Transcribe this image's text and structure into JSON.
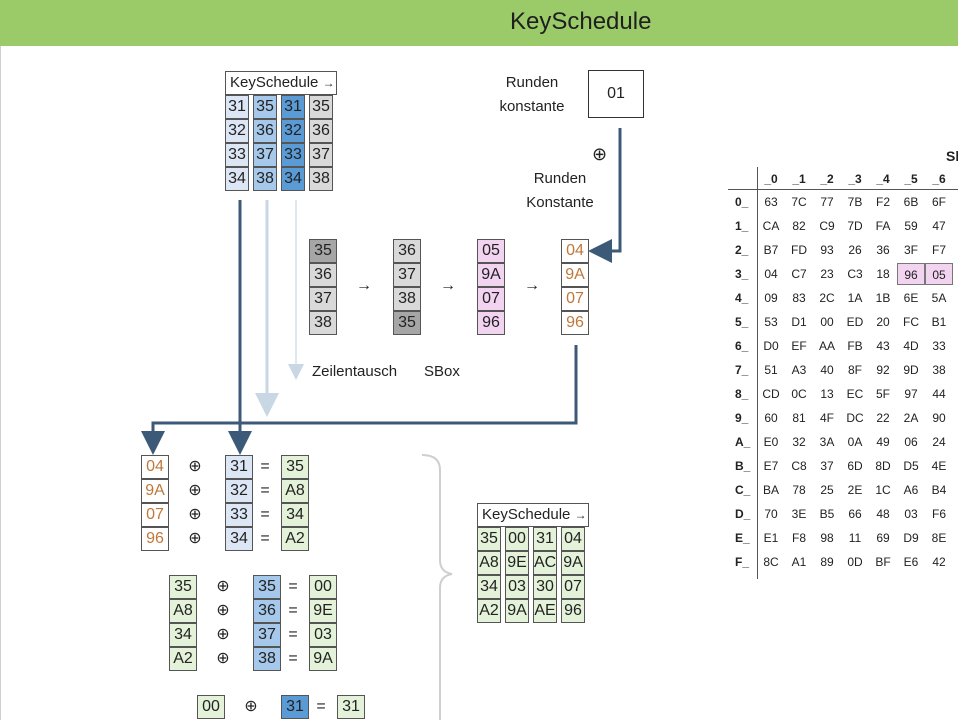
{
  "title": "KeySchedule",
  "colors": {
    "title_bar": "#9bcb68",
    "arrow": "#3c5a78",
    "arrow_light": "#c9d6e3",
    "rcon_text": "#c0773a"
  },
  "key_table": {
    "header": "KeySchedule",
    "arrow_icon": "→",
    "rows": [
      [
        "31",
        "35",
        "31",
        "35"
      ],
      [
        "32",
        "36",
        "32",
        "36"
      ],
      [
        "33",
        "37",
        "33",
        "37"
      ],
      [
        "34",
        "38",
        "34",
        "38"
      ]
    ]
  },
  "rcon": {
    "label_line1": "Runden",
    "label_line2": "konstante",
    "value": "01"
  },
  "xor_symbol": "⊕",
  "rcon2": {
    "label_line1": "Runden",
    "label_line2": "Konstante"
  },
  "steps": {
    "col_a": [
      "35",
      "36",
      "37",
      "38"
    ],
    "col_b": [
      "36",
      "37",
      "38",
      "35"
    ],
    "col_c": [
      "05",
      "9A",
      "07",
      "96"
    ],
    "col_d": [
      "04",
      "9A",
      "07",
      "96"
    ],
    "arrow": "→",
    "label_rotate": "Zeilentausch",
    "label_sbox": "SBox"
  },
  "xor_block1": {
    "left": [
      "04",
      "9A",
      "07",
      "96"
    ],
    "mid": [
      "31",
      "32",
      "33",
      "34"
    ],
    "result": [
      "35",
      "A8",
      "34",
      "A2"
    ],
    "eq": "="
  },
  "xor_block2": {
    "left": [
      "35",
      "A8",
      "34",
      "A2"
    ],
    "mid": [
      "35",
      "36",
      "37",
      "38"
    ],
    "result": [
      "00",
      "9E",
      "03",
      "9A"
    ],
    "eq": "="
  },
  "xor_block3": {
    "left": [
      "00"
    ],
    "mid": [
      "31"
    ],
    "result": [
      "31"
    ],
    "eq": "="
  },
  "result_table": {
    "header": "KeySchedule",
    "arrow_icon": "→",
    "rows": [
      [
        "35",
        "00",
        "31",
        "04"
      ],
      [
        "A8",
        "9E",
        "AC",
        "9A"
      ],
      [
        "34",
        "03",
        "30",
        "07"
      ],
      [
        "A2",
        "9A",
        "AE",
        "96"
      ]
    ]
  },
  "sbox": {
    "title": "Sl",
    "col_headers": [
      "_0",
      "_1",
      "_2",
      "_3",
      "_4",
      "_5",
      "_6"
    ],
    "row_headers": [
      "0_",
      "1_",
      "2_",
      "3_",
      "4_",
      "5_",
      "6_",
      "7_",
      "8_",
      "9_",
      "A_",
      "B_",
      "C_",
      "D_",
      "E_",
      "F_"
    ],
    "rows": [
      [
        "63",
        "7C",
        "77",
        "7B",
        "F2",
        "6B",
        "6F"
      ],
      [
        "CA",
        "82",
        "C9",
        "7D",
        "FA",
        "59",
        "47"
      ],
      [
        "B7",
        "FD",
        "93",
        "26",
        "36",
        "3F",
        "F7"
      ],
      [
        "04",
        "C7",
        "23",
        "C3",
        "18",
        "96",
        "05"
      ],
      [
        "09",
        "83",
        "2C",
        "1A",
        "1B",
        "6E",
        "5A"
      ],
      [
        "53",
        "D1",
        "00",
        "ED",
        "20",
        "FC",
        "B1"
      ],
      [
        "D0",
        "EF",
        "AA",
        "FB",
        "43",
        "4D",
        "33"
      ],
      [
        "51",
        "A3",
        "40",
        "8F",
        "92",
        "9D",
        "38"
      ],
      [
        "CD",
        "0C",
        "13",
        "EC",
        "5F",
        "97",
        "44"
      ],
      [
        "60",
        "81",
        "4F",
        "DC",
        "22",
        "2A",
        "90"
      ],
      [
        "E0",
        "32",
        "3A",
        "0A",
        "49",
        "06",
        "24"
      ],
      [
        "E7",
        "C8",
        "37",
        "6D",
        "8D",
        "D5",
        "4E"
      ],
      [
        "BA",
        "78",
        "25",
        "2E",
        "1C",
        "A6",
        "B4"
      ],
      [
        "70",
        "3E",
        "B5",
        "66",
        "48",
        "03",
        "F6"
      ],
      [
        "E1",
        "F8",
        "98",
        "11",
        "69",
        "D9",
        "8E"
      ],
      [
        "8C",
        "A1",
        "89",
        "0D",
        "BF",
        "E6",
        "42"
      ]
    ]
  }
}
